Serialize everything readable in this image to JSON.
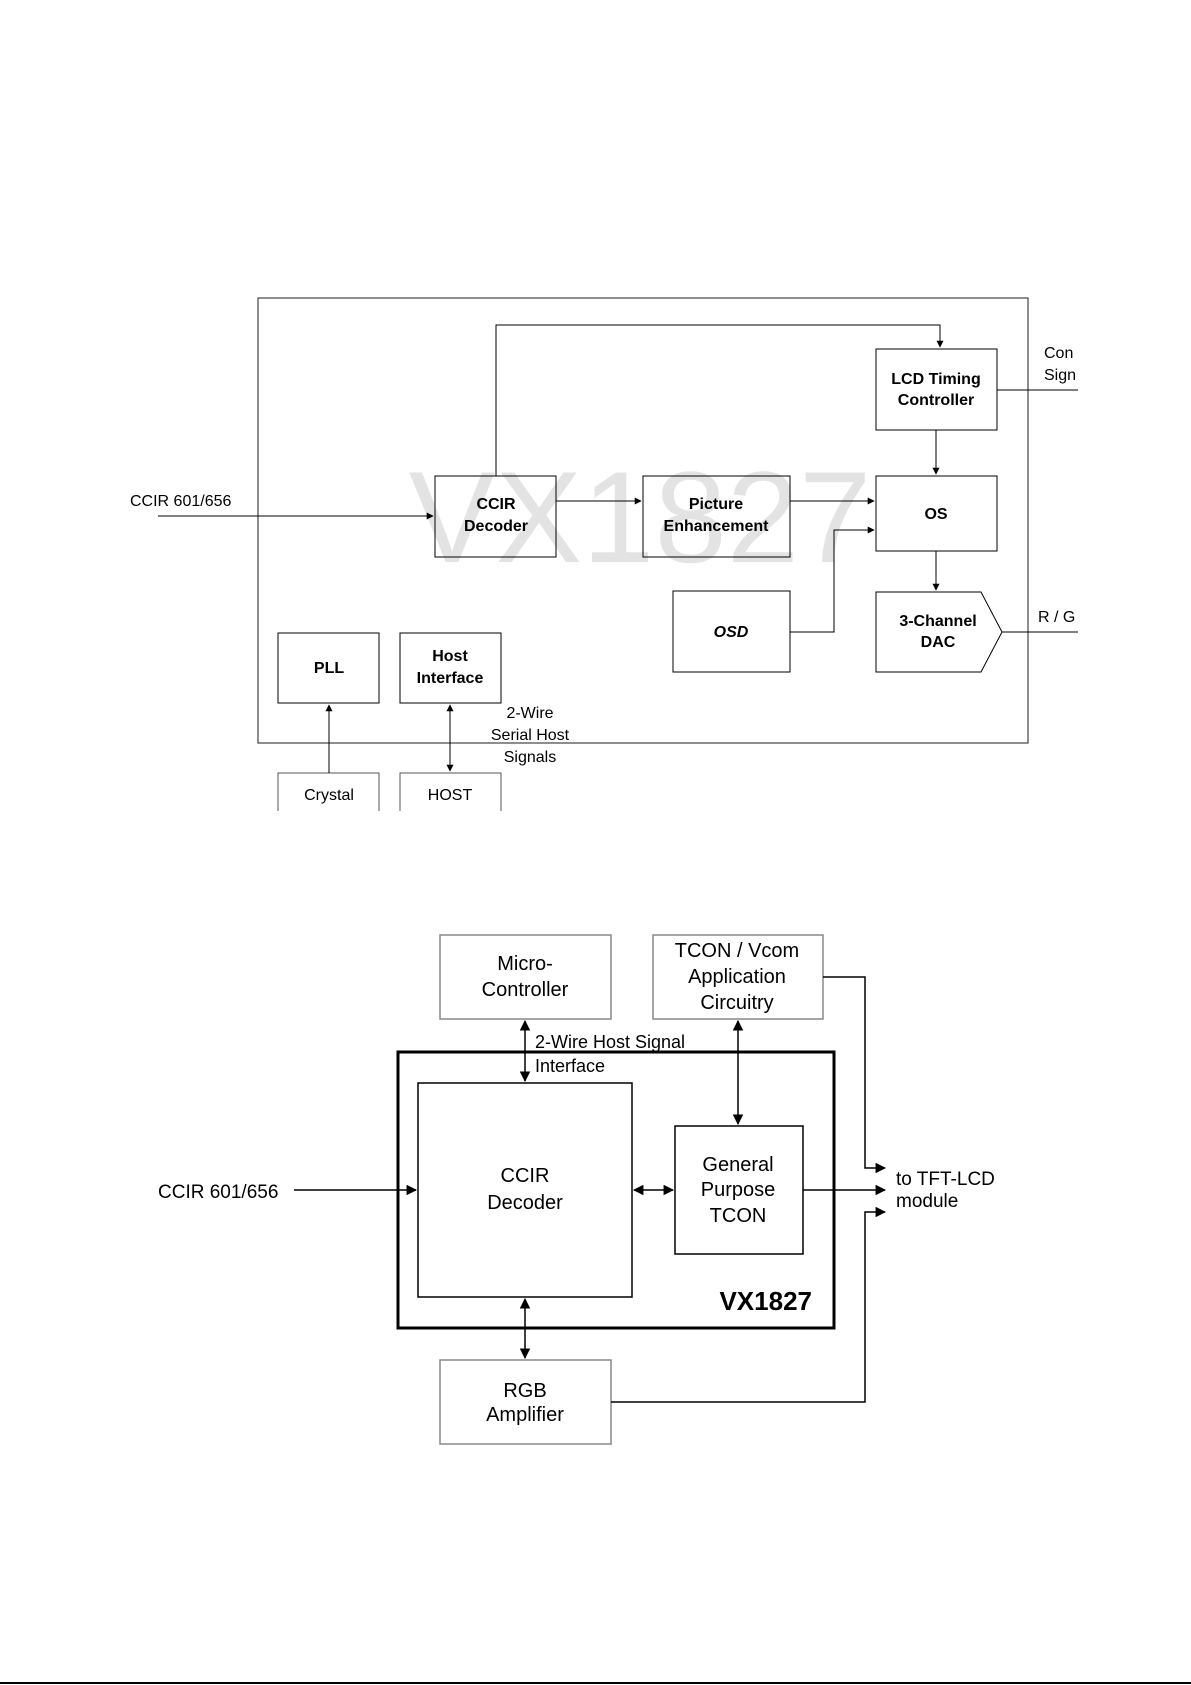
{
  "diagram1": {
    "watermark": "VX1827",
    "input_label": "CCIR 601/656",
    "ccir_decoder": [
      "CCIR",
      "Decoder"
    ],
    "picture_enhancement": [
      "Picture",
      "Enhancement"
    ],
    "lcd_timing_controller": [
      "LCD Timing",
      "Controller"
    ],
    "os": "OS",
    "osd": "OSD",
    "dac": [
      "3-Channel",
      "DAC"
    ],
    "pll": "PLL",
    "host_interface": [
      "Host",
      "Interface"
    ],
    "crystal": "Crystal",
    "host": "HOST",
    "serial_host_signals": [
      "2-Wire",
      "Serial Host",
      "Signals"
    ],
    "control_signals_partial": [
      "Con",
      "Sign"
    ],
    "rgb_partial": "R / G"
  },
  "diagram2": {
    "micro_controller": [
      "Micro-",
      "Controller"
    ],
    "tcon_vcom": [
      "TCON / Vcom",
      "Application",
      "Circuitry"
    ],
    "host_signal_interface": [
      "2-Wire Host Signal",
      "Interface"
    ],
    "input_label": "CCIR 601/656",
    "ccir_decoder": [
      "CCIR",
      "Decoder"
    ],
    "general_purpose_tcon": [
      "General",
      "Purpose",
      "TCON"
    ],
    "chip_label": "VX1827",
    "output_label": [
      "to TFT-LCD",
      "module"
    ],
    "rgb_amplifier": [
      "RGB",
      "Amplifier"
    ]
  }
}
